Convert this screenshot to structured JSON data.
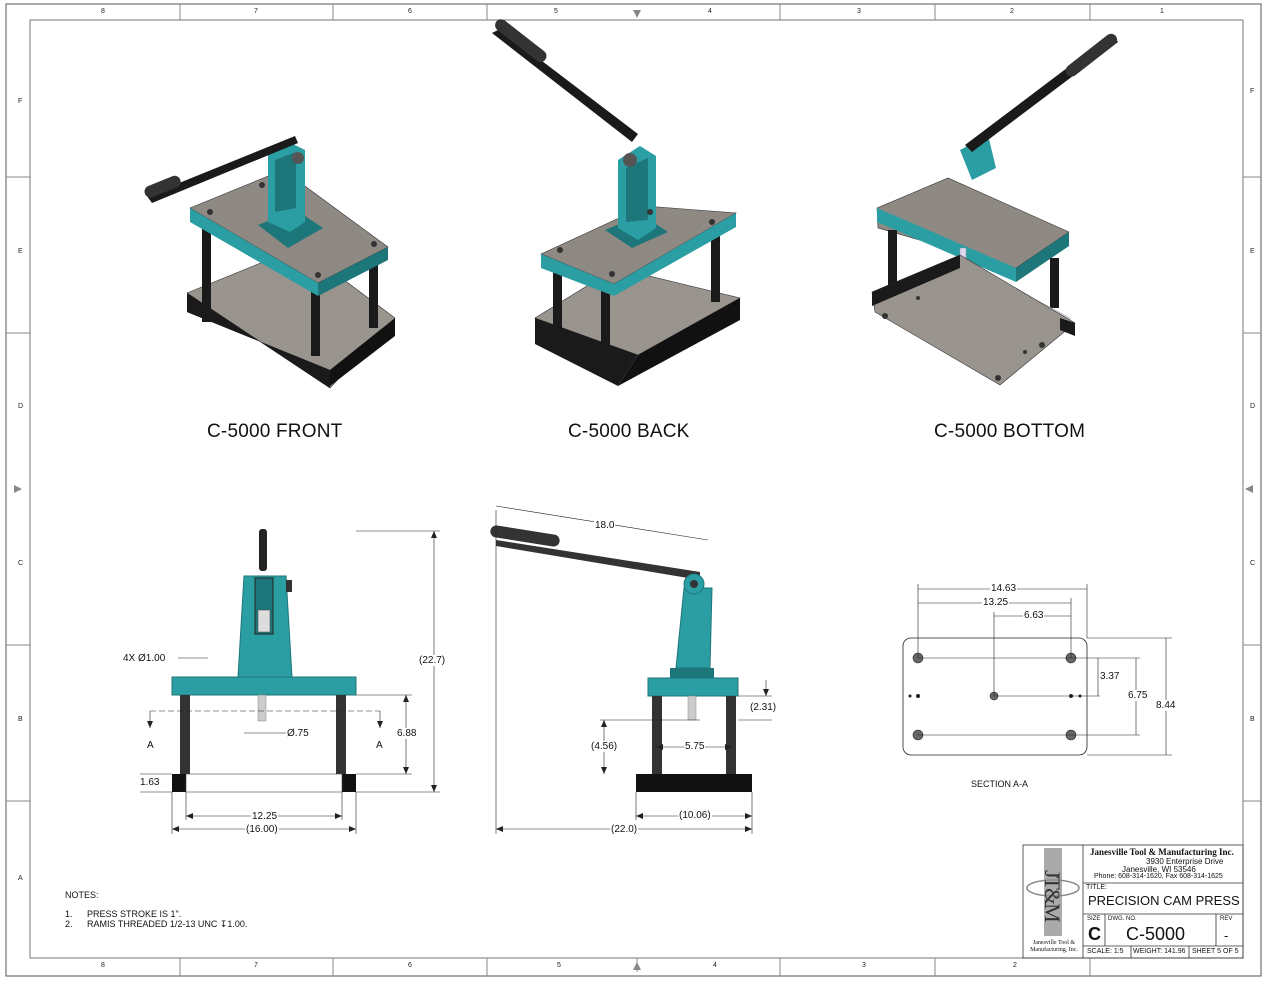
{
  "zones": {
    "columns": [
      "8",
      "7",
      "6",
      "5",
      "4",
      "3",
      "2",
      "1"
    ],
    "rows": [
      "F",
      "E",
      "D",
      "C",
      "B",
      "A"
    ]
  },
  "views": {
    "front_label": "C-5000 FRONT",
    "back_label": "C-5000 BACK",
    "bottom_label": "C-5000 BOTTOM"
  },
  "front_view_dims": {
    "holes": "4X Ø1.00",
    "overall_height": "(22.7)",
    "ram_dia": "Ø.75",
    "height_688": "6.88",
    "base_163": "1.63",
    "width_1225": "12.25",
    "width_1600": "(16.00)",
    "section_mark": "A"
  },
  "side_view_dims": {
    "handle": "18.0",
    "top_231": "(2.31)",
    "height_456": "(4.56)",
    "post_575": "5.75",
    "base_1006": "(10.06)",
    "overall_220": "(22.0)"
  },
  "section_dims": {
    "d1463": "14.63",
    "d1325": "13.25",
    "d663": "6.63",
    "d337": "3.37",
    "d675": "6.75",
    "d844": "8.44",
    "label": "SECTION A-A"
  },
  "notes": {
    "heading": "NOTES:",
    "items": [
      {
        "num": "1.",
        "text": "PRESS STROKE IS 1\"."
      },
      {
        "num": "2.",
        "text": "RAMIS THREADED 1/2-13 UNC ↧1.00."
      }
    ]
  },
  "title_block": {
    "company": "Janesville Tool & Manufacturing Inc.",
    "address1": "3930 Enterprise Drive",
    "address2": "Janesville, WI 53546",
    "phone": "Phone: 608-314-1620, Fax 608-314-1625",
    "logo_text": "Janesville Tool & Manufacturing, Inc.",
    "logo_letters": "JT&M",
    "title_label": "TITLE:",
    "title": "PRECISION CAM PRESS",
    "size_label": "SIZE",
    "size": "C",
    "dwg_label": "DWG. NO.",
    "dwg_no": "C-5000",
    "rev_label": "REV",
    "rev": "-",
    "scale": "SCALE: 1:5",
    "weight": "WEIGHT: 141.96",
    "sheet": "SHEET 5 OF 5"
  },
  "colors": {
    "teal": "#2b9ea3",
    "teal_dark": "#1d767a",
    "plate": "#9a948e",
    "plate_dark": "#6f6a65",
    "black": "#1a1a1a"
  }
}
